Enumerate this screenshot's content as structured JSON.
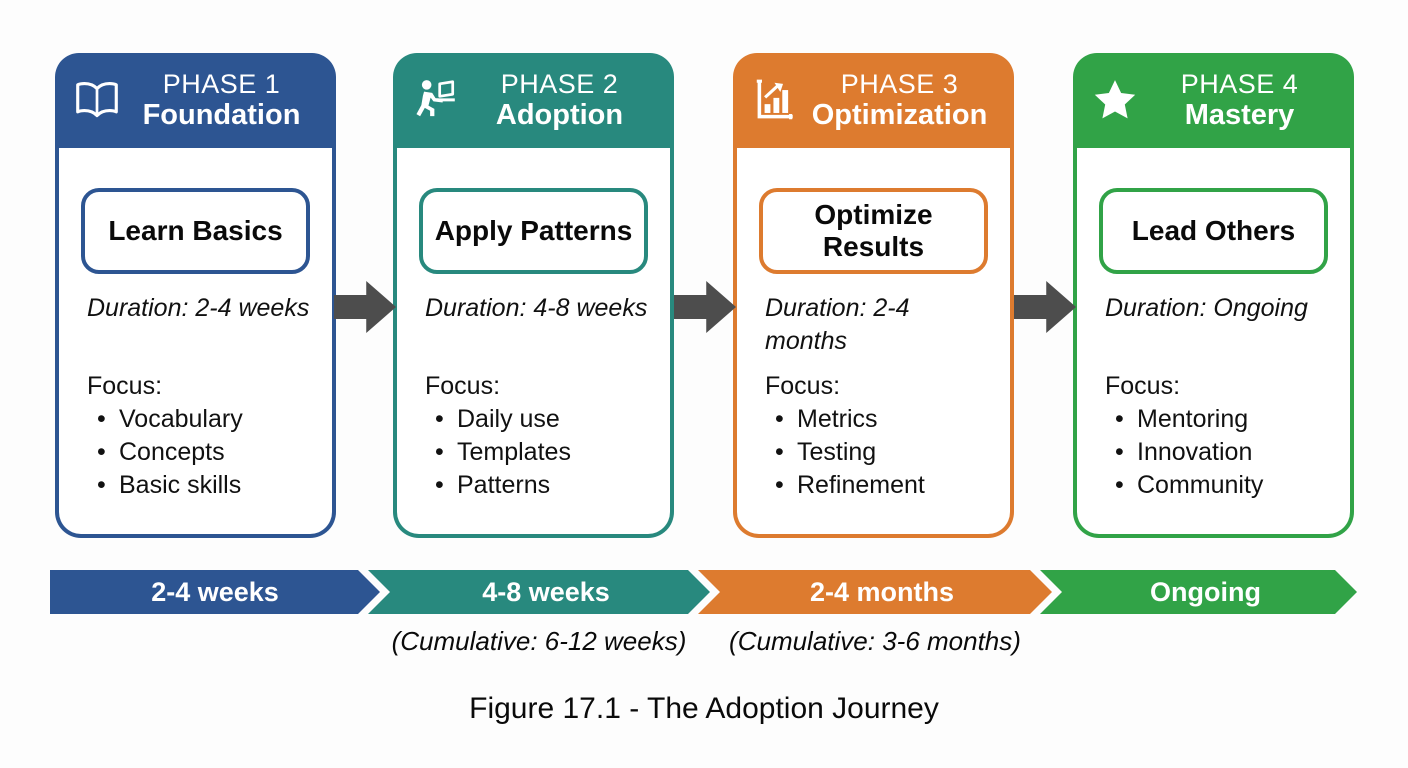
{
  "phases": [
    {
      "phase_label": "PHASE 1",
      "name": "Foundation",
      "icon": "open-book-icon",
      "color": "#2d5592",
      "title": "Learn Basics",
      "duration": "Duration: 2-4 weeks",
      "focus_label": "Focus:",
      "focus_items": [
        "Vocabulary",
        "Concepts",
        "Basic skills"
      ]
    },
    {
      "phase_label": "PHASE 2",
      "name": "Adoption",
      "icon": "person-at-laptop-icon",
      "color": "#28897e",
      "title": "Apply Patterns",
      "duration": "Duration: 4-8 weeks",
      "focus_label": "Focus:",
      "focus_items": [
        "Daily use",
        "Templates",
        "Patterns"
      ]
    },
    {
      "phase_label": "PHASE 3",
      "name": "Optimization",
      "icon": "growth-chart-icon",
      "color": "#dd7b2f",
      "title": "Optimize Results",
      "duration": "Duration: 2-4 months",
      "focus_label": "Focus:",
      "focus_items": [
        "Metrics",
        "Testing",
        "Refinement"
      ]
    },
    {
      "phase_label": "PHASE 4",
      "name": "Mastery",
      "icon": "star-icon",
      "color": "#31a347",
      "title": "Lead Others",
      "duration": "Duration: Ongoing",
      "focus_label": "Focus:",
      "focus_items": [
        "Mentoring",
        "Innovation",
        "Community"
      ]
    }
  ],
  "timeline": {
    "segments": [
      {
        "label": "2-4 weeks",
        "color": "#2d5592",
        "cumulative": ""
      },
      {
        "label": "4-8 weeks",
        "color": "#28897e",
        "cumulative": "(Cumulative: 6-12 weeks)"
      },
      {
        "label": "2-4 months",
        "color": "#dd7b2f",
        "cumulative": "(Cumulative: 3-6 months)"
      },
      {
        "label": "Ongoing",
        "color": "#31a347",
        "cumulative": ""
      }
    ]
  },
  "caption": "Figure 17.1 - The Adoption Journey",
  "colors": {
    "arrow": "#4d4d4d",
    "text": "#111111",
    "background": "#fdfdfd"
  }
}
